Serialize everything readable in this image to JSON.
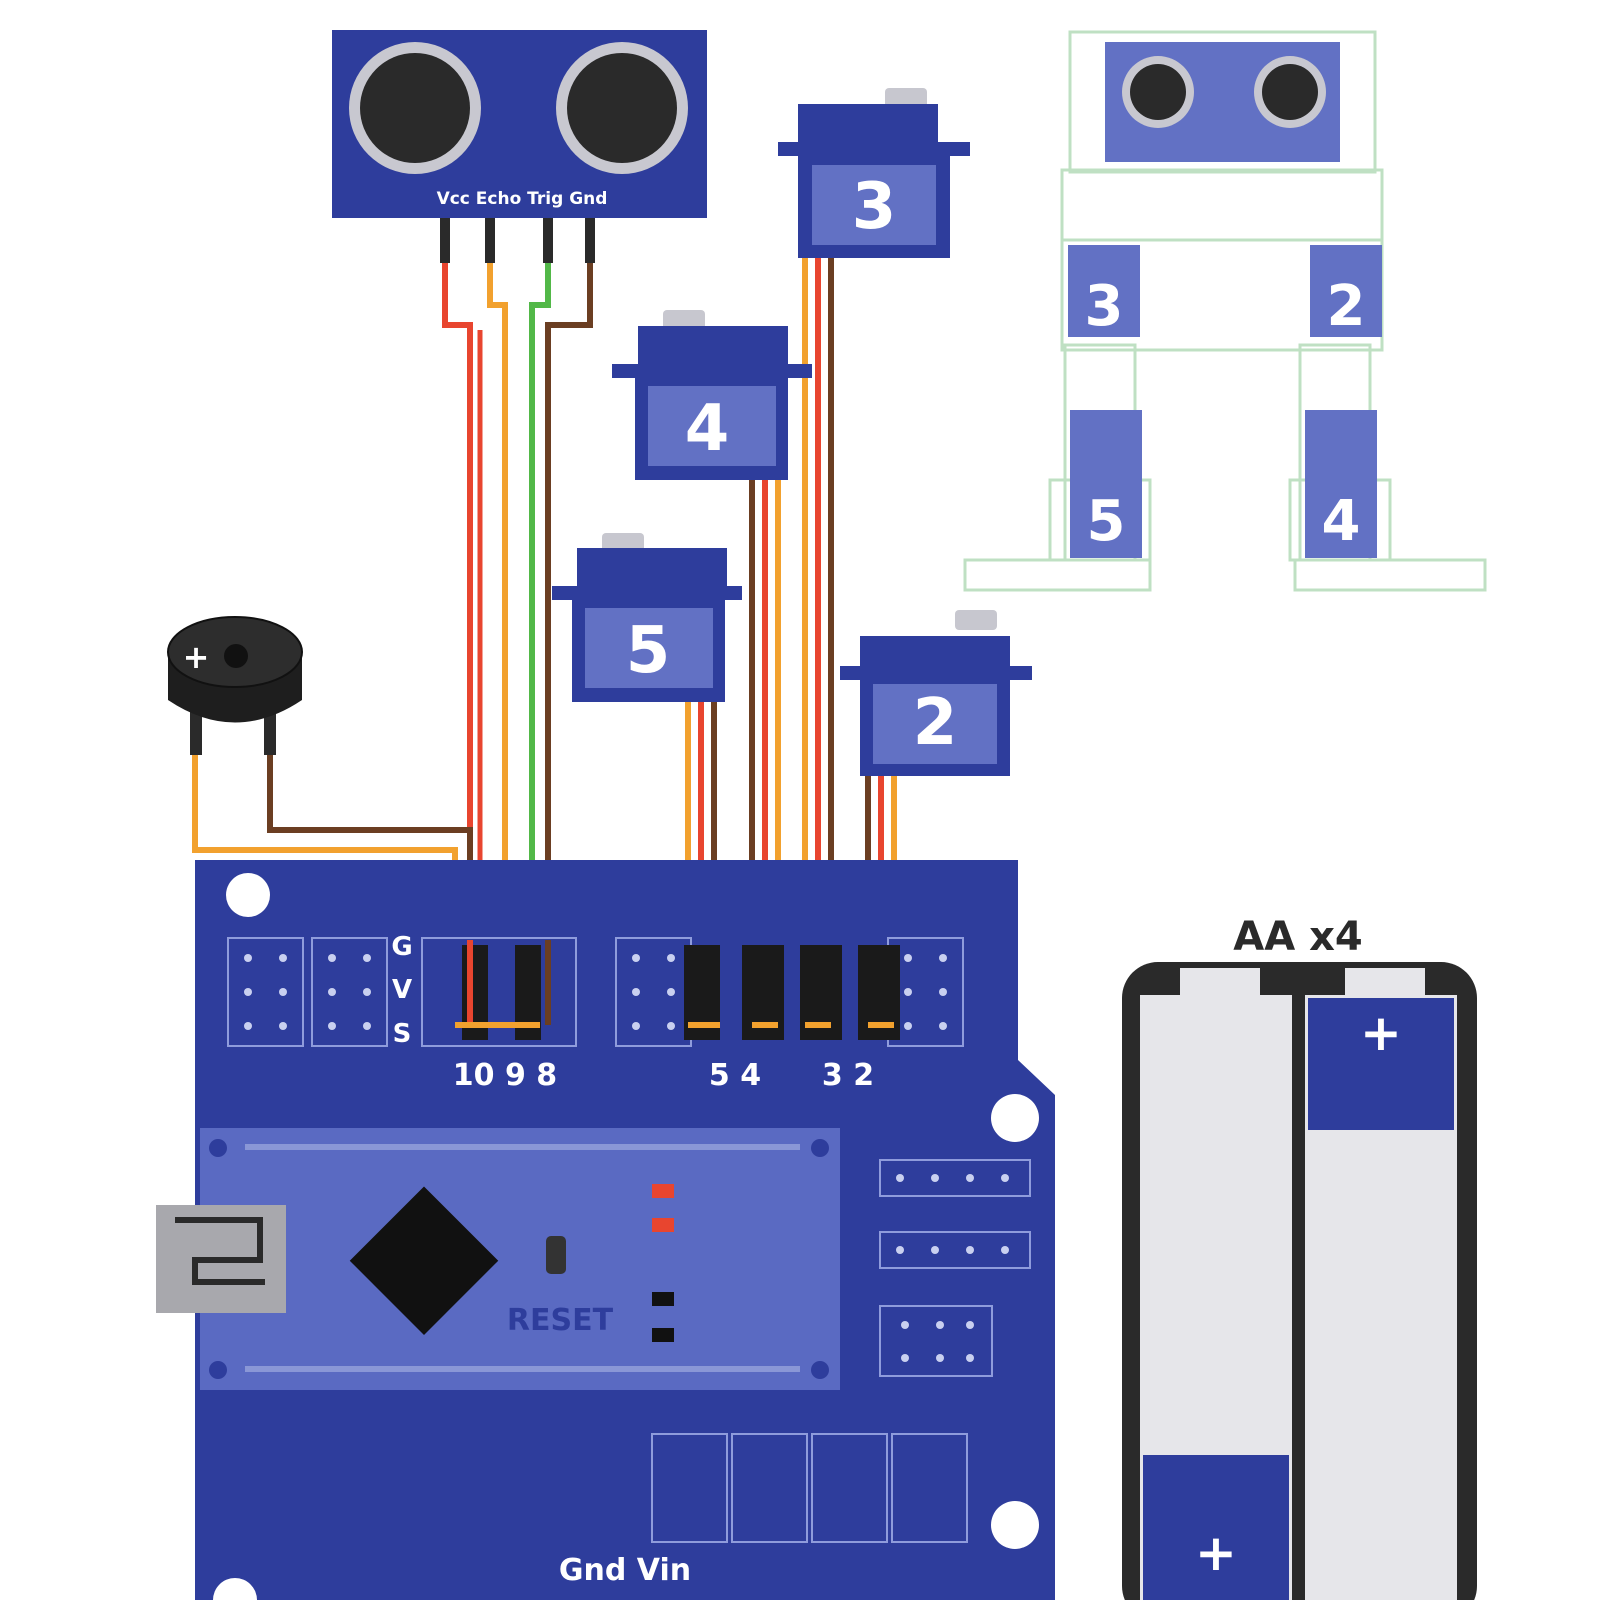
{
  "colors": {
    "board": "#2e3d9c",
    "board_light": "#5a6ac2",
    "servo_face": "#6271c4",
    "wire_red": "#e8452f",
    "wire_orange": "#f2a12e",
    "wire_brown": "#6b3e22",
    "wire_green": "#52b848",
    "robot_outline": "#bfe0c3",
    "battery_cell": "#e6e6ea"
  },
  "sensor": {
    "pins_label": "Vcc Echo Trig Gnd"
  },
  "servos": [
    {
      "label": "3"
    },
    {
      "label": "4"
    },
    {
      "label": "5"
    },
    {
      "label": "2"
    }
  ],
  "robot": {
    "hip_left": "3",
    "hip_right": "2",
    "foot_left": "5",
    "foot_right": "4"
  },
  "buzzer": {
    "sign": "+"
  },
  "board": {
    "header_g": "G",
    "header_v": "V",
    "header_s": "S",
    "pins_left": "10 9 8",
    "pins_mid": "5 4",
    "pins_right": "3 2",
    "reset_label": "RESET",
    "power_label": "Gnd Vin"
  },
  "battery": {
    "title": "AA x4",
    "plus_top": "+",
    "plus_bottom": "+"
  }
}
